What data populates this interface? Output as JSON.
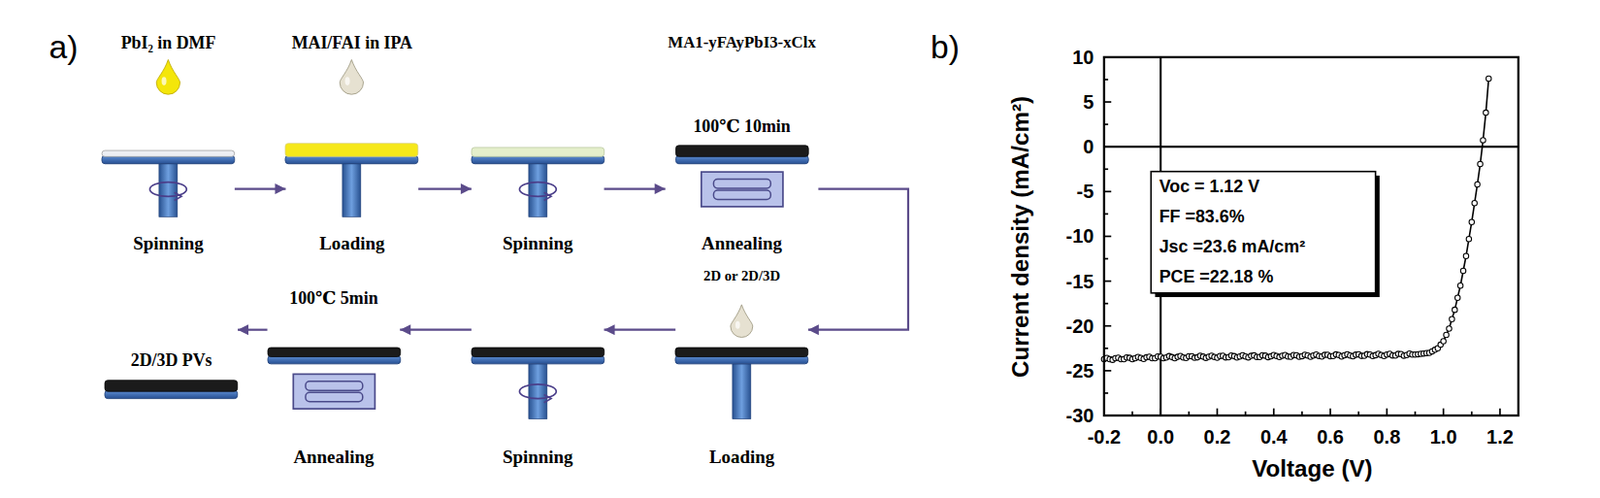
{
  "diagram": {
    "nodes": [
      {
        "text": [
          "PbI₂ in DMF",
          "Spinning"
        ]
      },
      {
        "text": [
          "MAI/FAI in IPA",
          "Loading"
        ]
      },
      {
        "text": [
          "Spinning"
        ]
      },
      {
        "text": [
          "MA1-yFAyPbI3-xClx",
          "100℃ 10min",
          "Annealing"
        ]
      },
      {
        "text": [
          "2D or 2D/3D",
          "Loading"
        ]
      },
      {
        "text": [
          "Spinning"
        ]
      },
      {
        "text": [
          "100℃ 5min",
          "Annealing"
        ]
      },
      {
        "text": [
          "2D/3D PVs"
        ]
      }
    ],
    "edges": [
      {
        "from": 0,
        "to": 1,
        "arrow": "to"
      },
      {
        "from": 1,
        "to": 2,
        "arrow": "to"
      },
      {
        "from": 2,
        "to": 3,
        "arrow": "to"
      },
      {
        "from": 3,
        "to": 4,
        "arrow": "to"
      },
      {
        "from": 4,
        "to": 5,
        "arrow": "to"
      },
      {
        "from": 5,
        "to": 6,
        "arrow": "to"
      },
      {
        "from": 6,
        "to": 7,
        "arrow": "to"
      }
    ],
    "labels": [
      "a)",
      "b)",
      "10",
      "5",
      "0",
      "-5",
      "-10",
      "-15",
      "-20",
      "-25",
      "-30",
      "-0.2",
      "0.0",
      "0.2",
      "0.4",
      "0.6",
      "0.8",
      "1.0",
      "1.2",
      "Current density (mA/cm²)",
      "Voltage (V)",
      "Voc = 1.12 V",
      "FF =83.6%",
      "Jsc =23.6 mA/cm²",
      "PCE =22.18 %"
    ]
  }
}
